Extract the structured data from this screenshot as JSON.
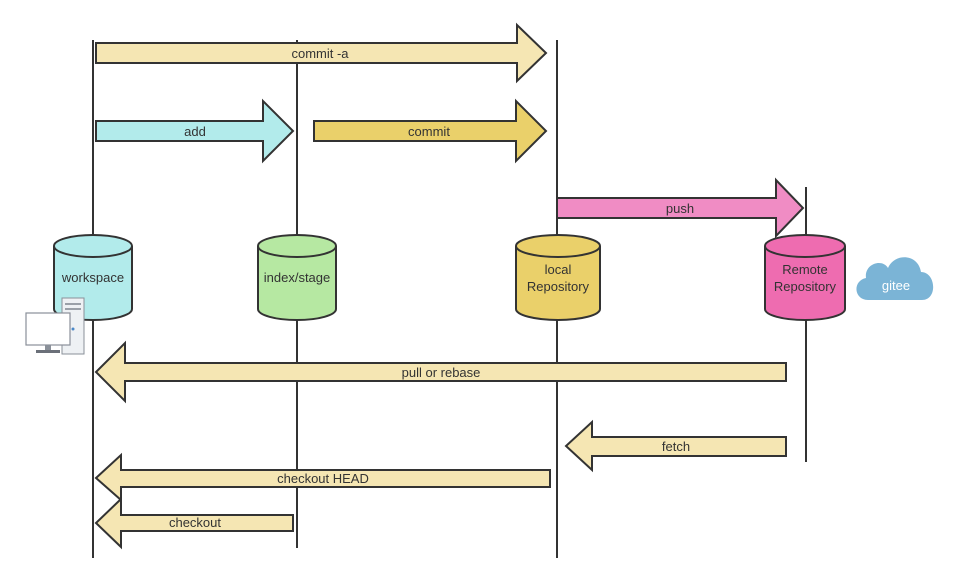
{
  "lanes": {
    "workspace": {
      "label": "workspace",
      "color": "#b2ebeb"
    },
    "index": {
      "label": "index/stage",
      "color": "#b6e8a2"
    },
    "local": {
      "lines": [
        "local",
        "Repository"
      ],
      "color": "#ead06a"
    },
    "remote": {
      "lines": [
        "Remote",
        "Repository"
      ],
      "color": "#ee6cb0"
    }
  },
  "cloud": {
    "label": "gitee",
    "color": "#7bb4d6"
  },
  "arrows": {
    "commit_a": {
      "label": "commit  -a",
      "color": "#f5e6b3"
    },
    "add": {
      "label": "add",
      "color": "#b2ebeb"
    },
    "commit": {
      "label": "commit",
      "color": "#ead06a"
    },
    "push": {
      "label": "push",
      "color": "#f08cc4"
    },
    "pull_rebase": {
      "label": "pull  or rebase",
      "color": "#f5e6b3"
    },
    "fetch": {
      "label": "fetch",
      "color": "#f5e6b3"
    },
    "checkout_head": {
      "label": "checkout HEAD",
      "color": "#f5e6b3"
    },
    "checkout": {
      "label": "checkout",
      "color": "#f5e6b3"
    }
  },
  "icons": {
    "computer": "computer-icon",
    "cloud": "cloud-icon"
  }
}
